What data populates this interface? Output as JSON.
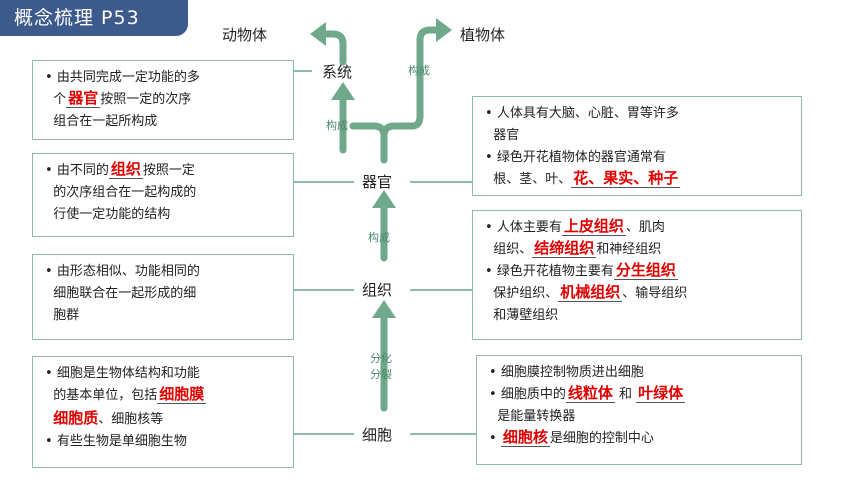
{
  "header": {
    "title": "概念梳理 P53"
  },
  "nodes": {
    "animal": "动物体",
    "plant": "植物体",
    "system": "系统",
    "organ": "器官",
    "tissue": "组织",
    "cell": "细胞"
  },
  "arrow_labels": {
    "compose_plant": "构成",
    "compose_system": "构成",
    "compose_organ": "构成",
    "divide_1": "分化",
    "divide_2": "分裂"
  },
  "left_boxes": {
    "system": {
      "l1": "由共同完成一定功能的多",
      "l2_pre": "个",
      "l2_ans": "器官",
      "l2_post": "按照一定的次序",
      "l3": "组合在一起所构成"
    },
    "organ": {
      "l1_pre": "由不同的",
      "l1_ans": "组织",
      "l1_post": "按照一定",
      "l2": "的次序组合在一起构成的",
      "l3": "行使一定功能的结构"
    },
    "tissue": {
      "l1": "由形态相似、功能相同的",
      "l2": "细胞联合在一起形成的细",
      "l3": "胞群"
    },
    "cell": {
      "l1": "细胞是生物体结构和功能",
      "l2_pre": "的基本单位，包括",
      "l2_ans": "细胞膜",
      "l3_ans": "细胞质",
      "l3_post": "、细胞核等",
      "l4": "有些生物是单细胞生物"
    }
  },
  "right_boxes": {
    "organ": {
      "l1": "人体具有大脑、心脏、胃等许多",
      "l2": "器官",
      "l3": "绿色开花植物体的器官通常有",
      "l4_pre": "根、茎、叶、",
      "l4_ans": "花、果实、种子"
    },
    "tissue": {
      "l1_pre": "人体主要有",
      "l1_ans": "上皮组织",
      "l1_post": "、肌肉",
      "l2_pre": "组织、",
      "l2_ans": "结缔组织",
      "l2_post": "和神经组织",
      "l3_pre": "绿色开花植物主要有",
      "l3_ans": "分生组织",
      "l4_pre": "保护组织、",
      "l4_ans": "机械组织",
      "l4_post": "、输导组织",
      "l5": "和薄壁组织"
    },
    "cell": {
      "l1": "细胞膜控制物质进出细胞",
      "l2_pre": "细胞质中的",
      "l2_ans1": "线粒体",
      "l2_mid": "和",
      "l2_ans2": "叶绿体",
      "l3": "是能量转换器",
      "l4_ans": "细胞核",
      "l4_post": "是细胞的控制中心"
    }
  },
  "colors": {
    "box_border": "#8dbba8",
    "arrow": "#6fa88a",
    "answer": "#e00000",
    "tag_bg": "#3d5a8c"
  }
}
